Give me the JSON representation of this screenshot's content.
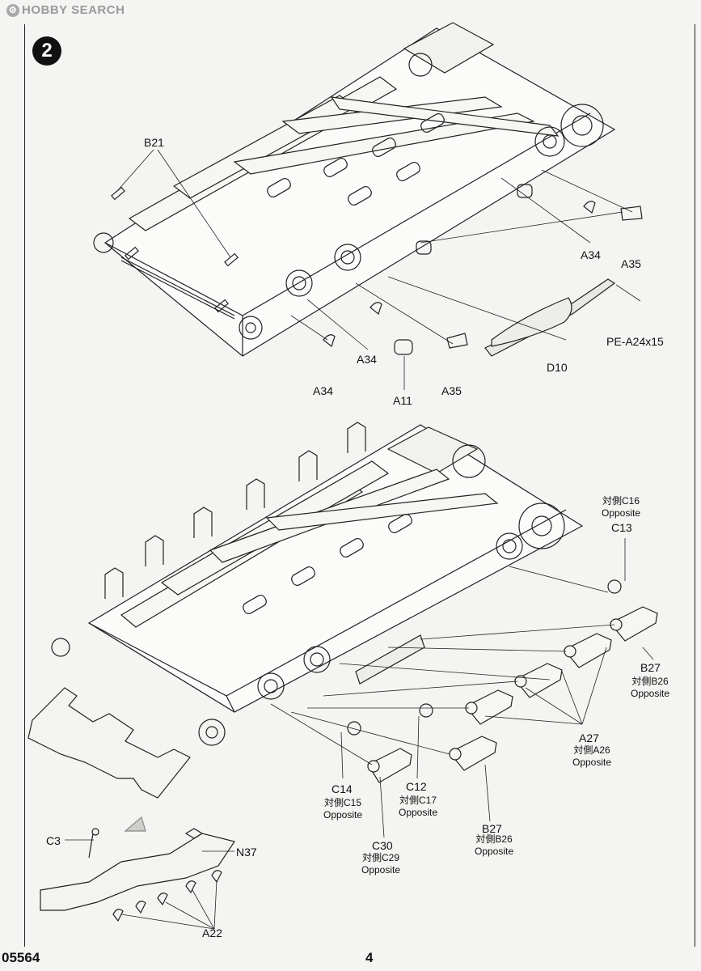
{
  "watermark": {
    "brand": "HOBBY SEARCH"
  },
  "step_number": "2",
  "top_parts": {
    "b21": "B21",
    "a34_right": "A34",
    "a35_right": "A35",
    "pe": "PE-A24x15",
    "d10": "D10",
    "a34_mid": "A34",
    "a34_left": "A34",
    "a11": "A11",
    "a35_mid": "A35"
  },
  "bottom_parts": {
    "c16_note": "対側C16",
    "c16_opp": "Opposite",
    "c13": "C13",
    "b27_right": "B27",
    "b26_right_note": "対側B26",
    "b26_right_opp": "Opposite",
    "a27": "A27",
    "a26_note": "対側A26",
    "a26_opp": "Opposite",
    "c14": "C14",
    "c15_note": "対側C15",
    "c15_opp": "Opposite",
    "c12": "C12",
    "c17_note": "対側C17",
    "c17_opp": "Opposite",
    "b27_bottom": "B27",
    "b26_bottom_note": "対側B26",
    "b26_bottom_opp": "Opposite",
    "c30": "C30",
    "c29_note": "対側C29",
    "c29_opp": "Opposite"
  },
  "inset_parts": {
    "c3": "C3",
    "n37": "N37",
    "a22": "A22"
  },
  "footer": {
    "code": "05564",
    "page": "4"
  }
}
